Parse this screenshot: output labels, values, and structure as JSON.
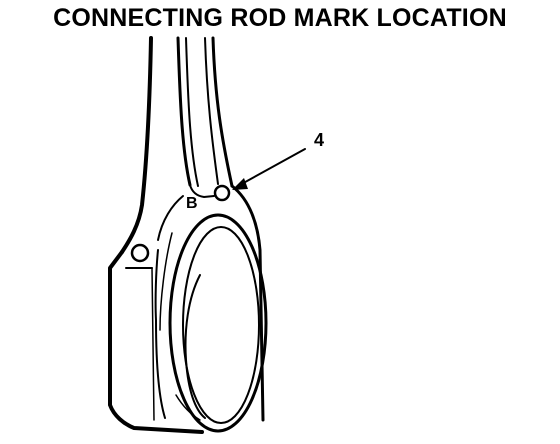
{
  "title": "CONNECTING ROD MARK LOCATION",
  "callout": "4",
  "mark_letter": "B"
}
